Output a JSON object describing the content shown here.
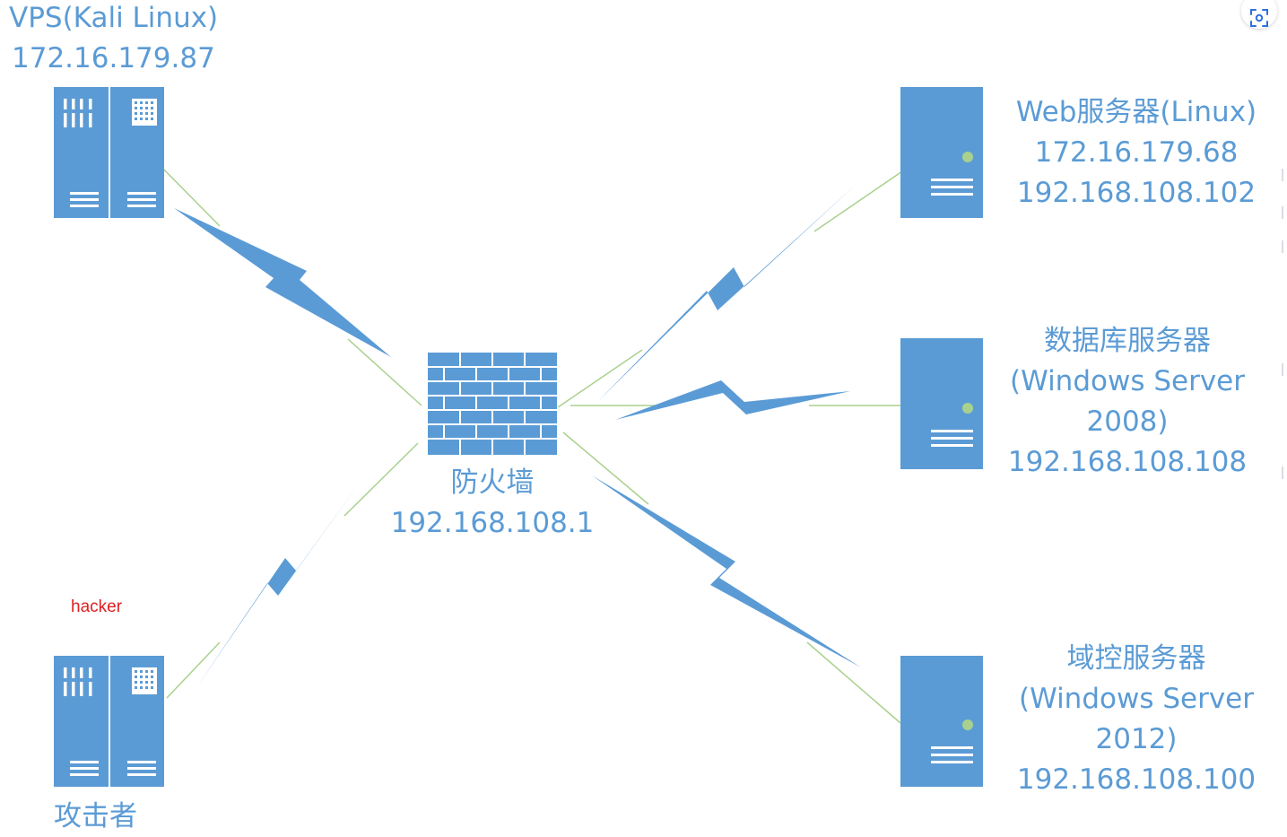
{
  "nodes": {
    "vps": {
      "name": "VPS(Kali Linux)",
      "ip": "172.16.179.87"
    },
    "attacker": {
      "name": "攻击者",
      "note": "hacker"
    },
    "firewall": {
      "name": "防火墙",
      "ip": "192.168.108.1"
    },
    "web": {
      "name": "Web服务器(Linux)",
      "ip1": "172.16.179.68",
      "ip2": "192.168.108.102"
    },
    "db": {
      "name": "数据库服务器",
      "os1": "(Windows Server",
      "os2": "2008)",
      "ip": "192.168.108.108"
    },
    "dc": {
      "name": "域控服务器",
      "os1": "(Windows Server",
      "os2": "2012)",
      "ip": "192.168.108.100"
    }
  },
  "toolbar": {
    "icon": "screenshot-scan-icon"
  },
  "colors": {
    "blue": "#5b9bd5",
    "line": "#a9d18e",
    "hacker": "#e02020",
    "led": "#a9d18e"
  }
}
